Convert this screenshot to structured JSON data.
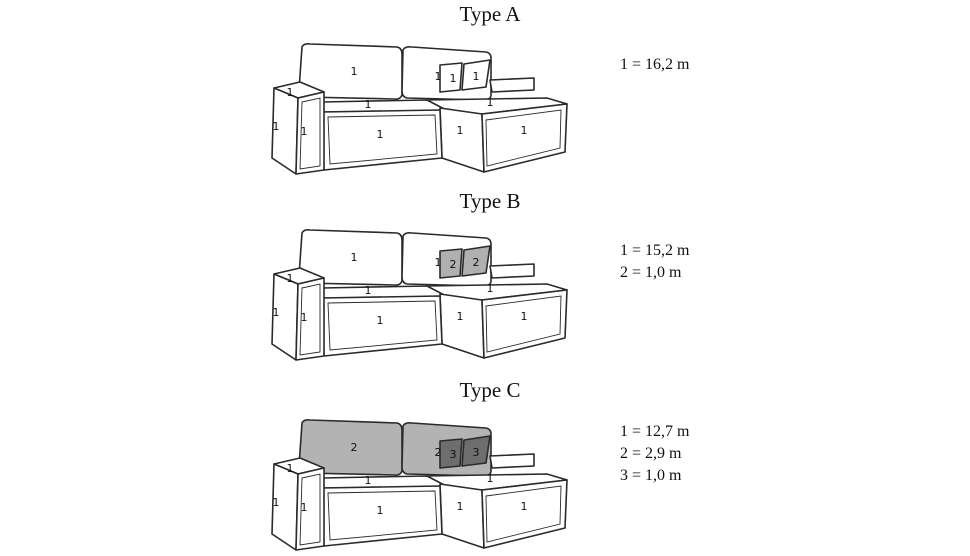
{
  "variants": [
    {
      "title": "Type A",
      "legend": [
        "1 = 16,2 m"
      ],
      "fills": {
        "back_left": "1",
        "back_right": "1",
        "pillow_back": "1",
        "pillow_front": "1"
      },
      "colors": {
        "1": "#ffffff"
      }
    },
    {
      "title": "Type B",
      "legend": [
        "1 = 15,2 m",
        "2 = 1,0 m"
      ],
      "fills": {
        "back_left": "1",
        "back_right": "1",
        "pillow_back": "2",
        "pillow_front": "2"
      },
      "colors": {
        "1": "#ffffff",
        "2": "#b0b0b0"
      }
    },
    {
      "title": "Type C",
      "legend": [
        "1 = 12,7 m",
        "2 = 2,9 m",
        "3 = 1,0 m"
      ],
      "fills": {
        "back_left": "2",
        "back_right": "2",
        "pillow_back": "3",
        "pillow_front": "3"
      },
      "colors": {
        "1": "#ffffff",
        "2": "#b3b3b3",
        "3": "#6e6e6e"
      }
    }
  ],
  "part_labels": {
    "arm_top": "1",
    "arm_side": "1",
    "arm_front": "1",
    "seat": "1",
    "base_front": "1",
    "chaise_seat": "1",
    "chaise_side": "1",
    "chaise_front": "1"
  }
}
